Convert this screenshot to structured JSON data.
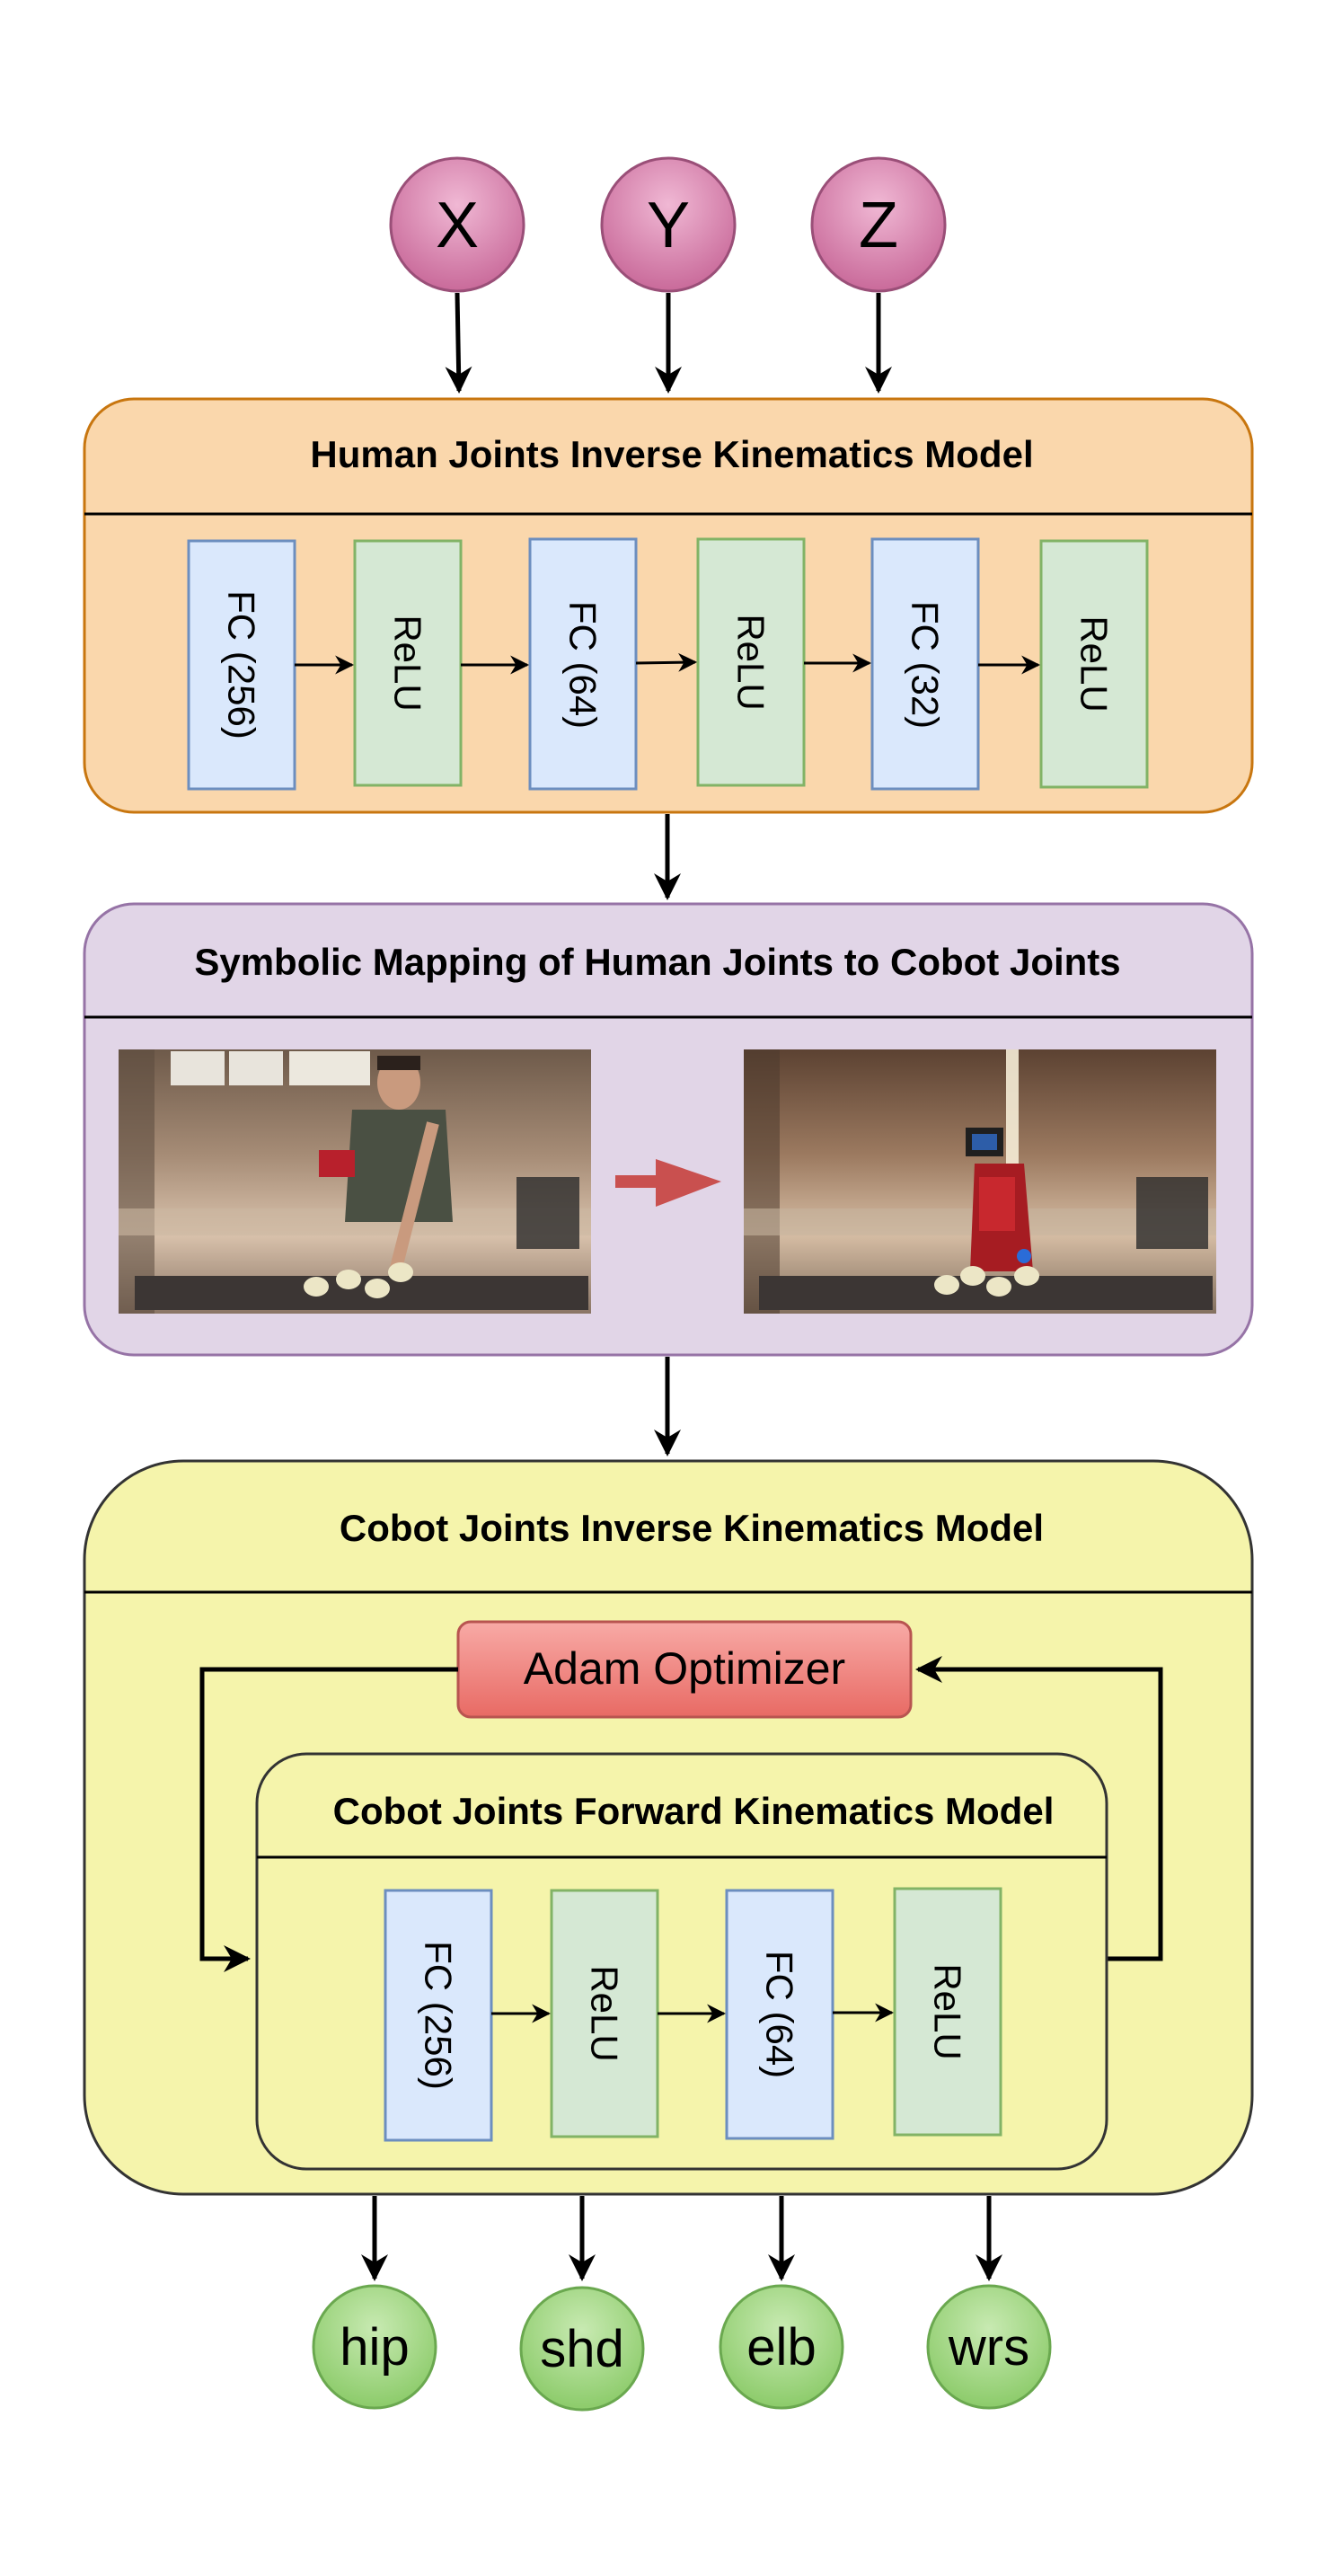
{
  "inputs": [
    {
      "label": "X"
    },
    {
      "label": "Y"
    },
    {
      "label": "Z"
    }
  ],
  "human_ik": {
    "title": "Human Joints Inverse Kinematics Model",
    "layers": [
      {
        "label": "FC (256)",
        "kind": "fc"
      },
      {
        "label": "ReLU",
        "kind": "relu"
      },
      {
        "label": "FC (64)",
        "kind": "fc"
      },
      {
        "label": "ReLU",
        "kind": "relu"
      },
      {
        "label": "FC (32)",
        "kind": "fc"
      },
      {
        "label": "ReLU",
        "kind": "relu"
      }
    ]
  },
  "mapping": {
    "title": "Symbolic Mapping of Human Joints to Cobot Joints"
  },
  "cobot_ik": {
    "title": "Cobot Joints Inverse Kinematics Model",
    "optimizer": "Adam Optimizer",
    "fk": {
      "title": "Cobot Joints Forward Kinematics Model",
      "layers": [
        {
          "label": "FC (256)",
          "kind": "fc"
        },
        {
          "label": "ReLU",
          "kind": "relu"
        },
        {
          "label": "FC (64)",
          "kind": "fc"
        },
        {
          "label": "ReLU",
          "kind": "relu"
        }
      ]
    }
  },
  "outputs": [
    {
      "label": "hip"
    },
    {
      "label": "shd"
    },
    {
      "label": "elb"
    },
    {
      "label": "wrs"
    }
  ],
  "colors": {
    "input_node": "#d080a8",
    "human_box": "#fad7ac",
    "human_border": "#c8760f",
    "mapping_box": "#e1d5e7",
    "mapping_border": "#9673a6",
    "cobot_box": "#f5f4ab",
    "cobot_border": "#333333",
    "fc_fill": "#dae8fc",
    "fc_border": "#6c8ebf",
    "relu_fill": "#d5e8d4",
    "relu_border": "#82b366",
    "optimizer_fill": "#ea6b66",
    "optimizer_border": "#b85450",
    "output_node": "#97d077",
    "output_border": "#82b366",
    "mapping_arrow": "#c9504f"
  }
}
